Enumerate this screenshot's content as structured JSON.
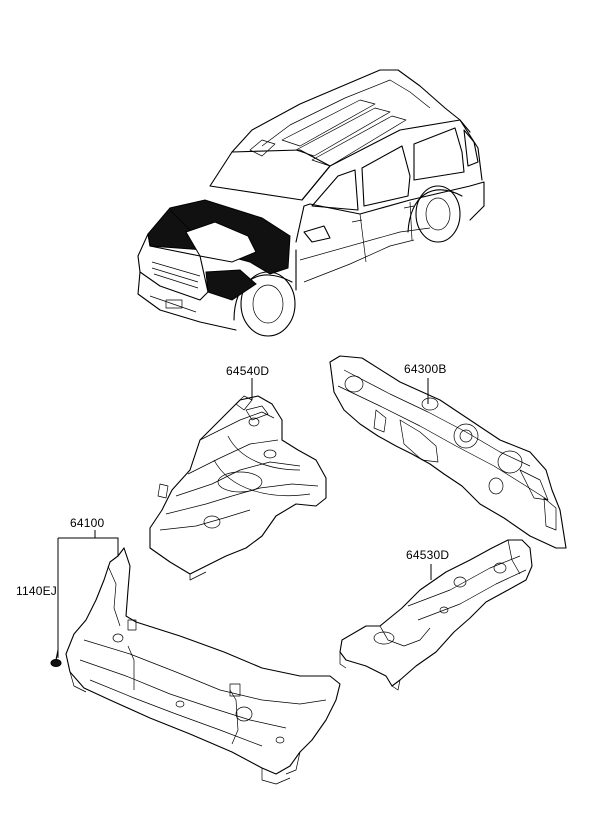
{
  "parts": [
    {
      "id": "64540D"
    },
    {
      "id": "64300B"
    },
    {
      "id": "64100"
    },
    {
      "id": "1140EJ"
    },
    {
      "id": "64530D"
    }
  ]
}
